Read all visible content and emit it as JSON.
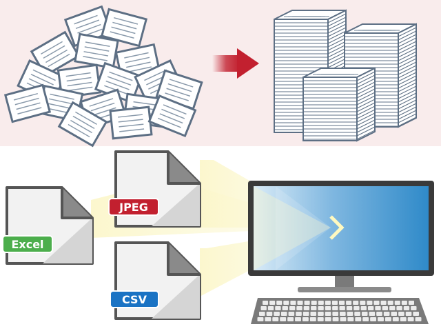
{
  "colors": {
    "top_background": "#f9ecec",
    "arrow": "#c2202f",
    "paper_outline": "#5d6f84",
    "paper_fill": "#ffffff",
    "file_outline": "#555555",
    "file_fill": "#f2f2f2",
    "beam": "#fbf6c8",
    "screen_left": "#d9ebf7",
    "screen_right": "#2f8ac9",
    "monitor_frame": "#3a3a3a"
  },
  "file_labels": {
    "jpeg": {
      "text": "JPEG",
      "color": "#c2202f"
    },
    "excel": {
      "text": "Excel",
      "color": "#4cae4c"
    },
    "csv": {
      "text": "CSV",
      "color": "#1a73c4"
    }
  },
  "icons": [
    "scattered-papers-icon",
    "arrow-right-icon",
    "paper-stacks-icon",
    "file-icon",
    "monitor-icon",
    "keyboard-icon",
    "chevron-right-icon"
  ]
}
